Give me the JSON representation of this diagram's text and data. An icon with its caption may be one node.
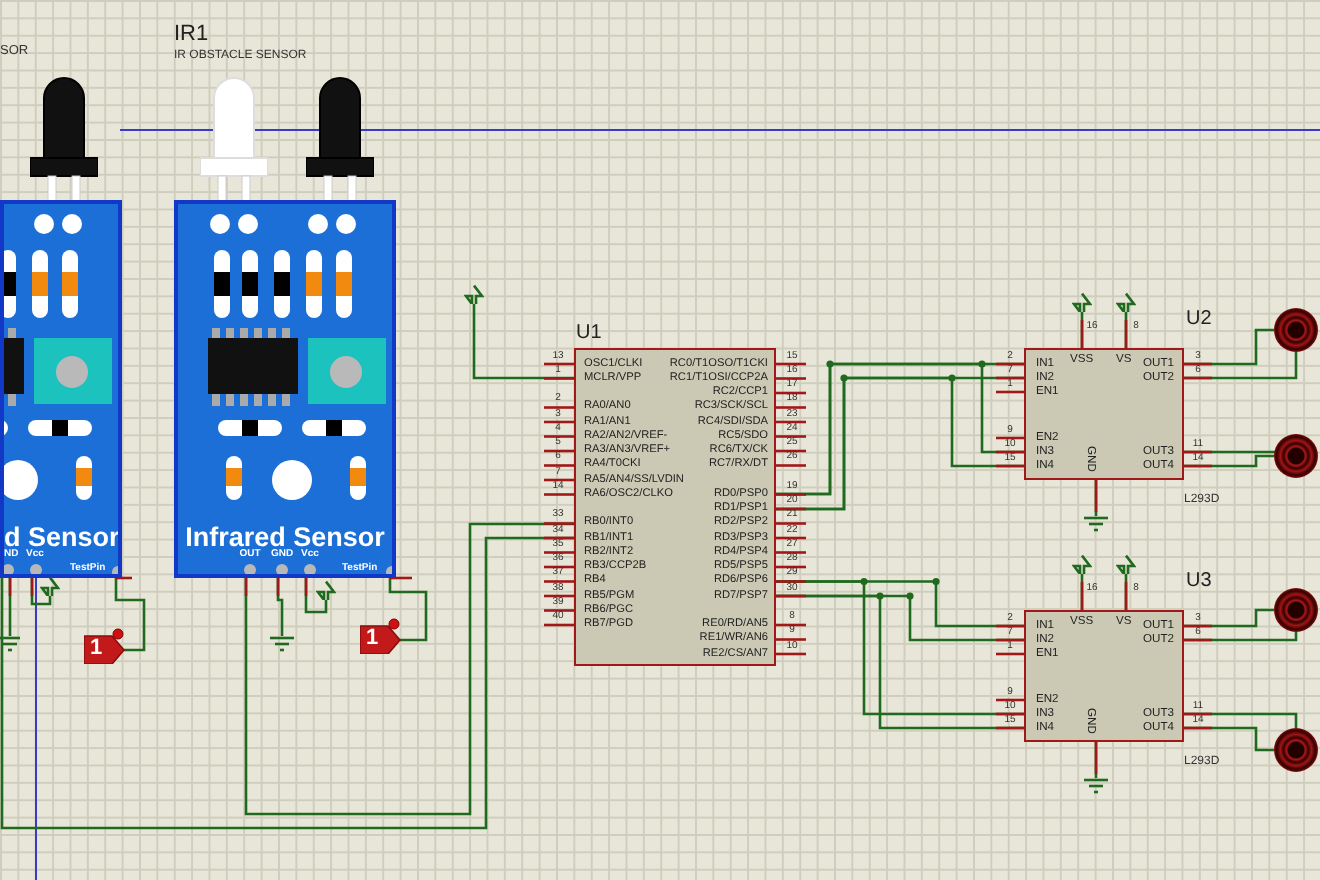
{
  "diagram": {
    "nodes": [
      {
        "text": [
          "d Sensor",
          "ND",
          "Vcc",
          "TestPin"
        ]
      },
      {
        "text": [
          "Infrared Sensor",
          "OUT",
          "GND",
          "Vcc",
          "TestPin"
        ],
        "beside": [
          "IR1",
          "IR OBSTACLE SENSOR"
        ]
      },
      {
        "text": [
          "OSC1/CLKI",
          "MCLR/VPP",
          "RA0/AN0",
          "RA1/AN1",
          "RA2/AN2/VREF-",
          "RA3/AN3/VREF+",
          "RA4/T0CKI",
          "RA5/AN4/SS/LVDIN",
          "RA6/OSC2/CLKO",
          "RB0/INT0",
          "RB1/INT1",
          "RB2/INT2",
          "RB3/CCP2B",
          "RB4",
          "RB5/PGM",
          "RB6/PGC",
          "RB7/PGD",
          "RC0/T1OSO/T1CKI",
          "RC1/T1OSI/CCP2A",
          "RC2/CCP1",
          "RC3/SCK/SCL",
          "RC4/SDI/SDA",
          "RC5/SDO",
          "RC6/TX/CK",
          "RC7/RX/DT",
          "RD0/PSP0",
          "RD1/PSP1",
          "RD2/PSP2",
          "RD3/PSP3",
          "RD4/PSP4",
          "RD5/PSP5",
          "RD6/PSP6",
          "RD7/PSP7",
          "RE0/RD/AN5",
          "RE1/WR/AN6",
          "RE2/CS/AN7"
        ],
        "beside": [
          "U1"
        ]
      },
      {
        "text": [
          "IN1",
          "IN2",
          "EN1",
          "EN2",
          "IN3",
          "IN4",
          "VSS",
          "VS",
          "GND",
          "OUT1",
          "OUT2",
          "OUT3",
          "OUT4"
        ],
        "beside": [
          "U2",
          "L293D"
        ]
      },
      {
        "text": [
          "IN1",
          "IN2",
          "EN1",
          "EN2",
          "IN3",
          "IN4",
          "VSS",
          "VS",
          "GND",
          "OUT1",
          "OUT2",
          "OUT3",
          "OUT4"
        ],
        "beside": [
          "U3",
          "L293D"
        ]
      },
      {
        "text": [],
        "shape": "circle"
      },
      {
        "text": [],
        "shape": "circle"
      },
      {
        "text": [],
        "shape": "circle"
      },
      {
        "text": [],
        "shape": "circle"
      },
      {
        "text": [],
        "shape": "arrow"
      },
      {
        "text": [],
        "shape": "arrow"
      },
      {
        "text": [],
        "shape": "arrow"
      },
      {
        "text": [],
        "shape": "ground"
      },
      {
        "text": [],
        "shape": "ground"
      },
      {
        "text": [
          "1"
        ]
      },
      {
        "text": [
          "1"
        ]
      },
      {
        "text": [],
        "shape": "arrow"
      },
      {
        "text": [],
        "shape": "arrow"
      },
      {
        "text": [],
        "shape": "ground"
      },
      {
        "text": [],
        "shape": "arrow"
      },
      {
        "text": [],
        "shape": "arrow"
      },
      {
        "text": [],
        "shape": "ground"
      }
    ],
    "edges": [
      {
        "from": 9,
        "to": 2,
        "arrow": "none"
      },
      {
        "from": 1,
        "to": 2,
        "arrow": "none"
      },
      {
        "from": 0,
        "to": 2,
        "arrow": "none"
      },
      {
        "from": 2,
        "to": 3,
        "arrow": "none"
      },
      {
        "from": 2,
        "to": 3,
        "arrow": "none"
      },
      {
        "from": 2,
        "to": 3,
        "arrow": "none"
      },
      {
        "from": 2,
        "to": 3,
        "arrow": "none"
      },
      {
        "from": 2,
        "to": 4,
        "arrow": "none"
      },
      {
        "from": 2,
        "to": 4,
        "arrow": "none"
      },
      {
        "from": 2,
        "to": 4,
        "arrow": "none"
      },
      {
        "from": 2,
        "to": 4,
        "arrow": "none"
      },
      {
        "from": 3,
        "to": 5,
        "arrow": "none"
      },
      {
        "from": 3,
        "to": 5,
        "arrow": "none"
      },
      {
        "from": 3,
        "to": 6,
        "arrow": "none"
      },
      {
        "from": 3,
        "to": 6,
        "arrow": "none"
      },
      {
        "from": 4,
        "to": 7,
        "arrow": "none"
      },
      {
        "from": 4,
        "to": 7,
        "arrow": "none"
      },
      {
        "from": 4,
        "to": 8,
        "arrow": "none"
      },
      {
        "from": 4,
        "to": 8,
        "arrow": "none"
      },
      {
        "from": 0,
        "to": 10,
        "arrow": "none"
      },
      {
        "from": 0,
        "to": 12,
        "arrow": "none"
      },
      {
        "from": 0,
        "to": 14,
        "arrow": "none"
      },
      {
        "from": 1,
        "to": 11,
        "arrow": "none"
      },
      {
        "from": 1,
        "to": 13,
        "arrow": "none"
      },
      {
        "from": 1,
        "to": 15,
        "arrow": "none"
      },
      {
        "from": 3,
        "to": 16,
        "arrow": "none"
      },
      {
        "from": 3,
        "to": 17,
        "arrow": "none"
      },
      {
        "from": 3,
        "to": 18,
        "arrow": "none"
      },
      {
        "from": 4,
        "to": 19,
        "arrow": "none"
      },
      {
        "from": 4,
        "to": 20,
        "arrow": "none"
      },
      {
        "from": 4,
        "to": 21,
        "arrow": "none"
      }
    ],
    "labels": [
      "SOR",
      "13",
      "1",
      "2",
      "3",
      "4",
      "5",
      "6",
      "7",
      "14",
      "33",
      "34",
      "35",
      "36",
      "37",
      "38",
      "39",
      "40",
      "15",
      "16",
      "17",
      "18",
      "23",
      "24",
      "25",
      "26",
      "19",
      "20",
      "21",
      "22",
      "27",
      "28",
      "29",
      "30",
      "8",
      "9",
      "10",
      "2",
      "7",
      "1",
      "9",
      "10",
      "15",
      "16",
      "8",
      "3",
      "6",
      "11",
      "14",
      "2",
      "7",
      "1",
      "9",
      "10",
      "15",
      "16",
      "8",
      "3",
      "6",
      "11",
      "14"
    ]
  }
}
